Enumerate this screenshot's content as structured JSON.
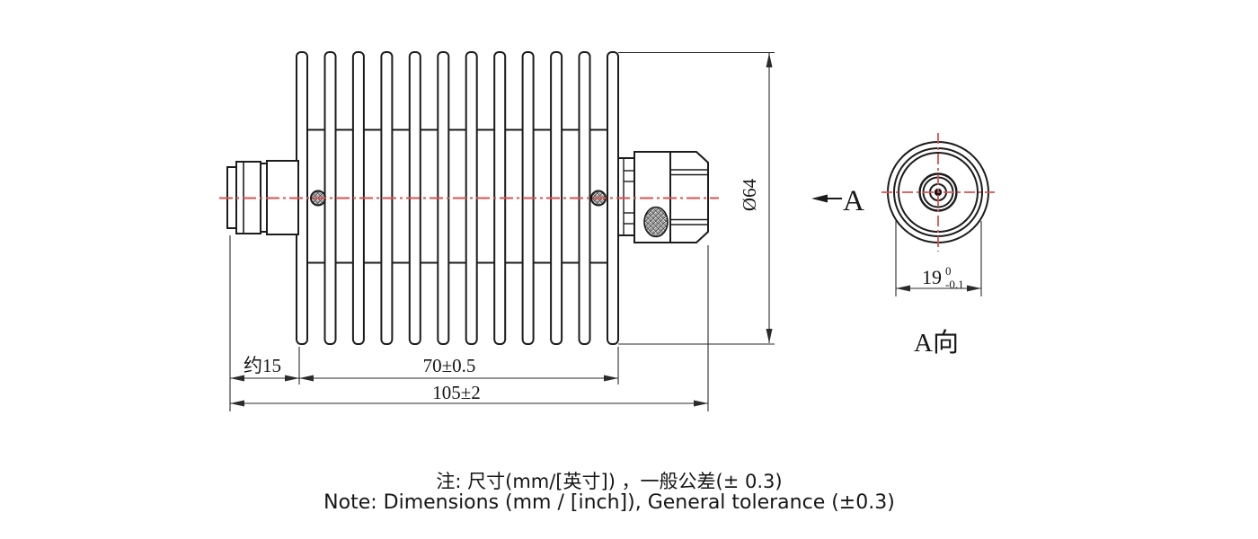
{
  "colors": {
    "object_line": "#1c1c1c",
    "dimension_line": "#2b2b2b",
    "centerline_red": "#d9534f"
  },
  "side_view": {
    "fin_count": 12,
    "dim_left_section": "约15",
    "dim_fin_body": "70±0.5",
    "dim_overall": "105±2",
    "dim_diameter": "Ø64"
  },
  "end_view": {
    "section_arrow_label": "A",
    "view_label": "A向",
    "dim_connector": {
      "nominal": "19",
      "tol_upper": "0",
      "tol_lower": "-0.1"
    }
  },
  "notes": {
    "cn": "注: 尺寸(mm/[英寸]) ，一般公差(± 0.3)",
    "en": "Note: Dimensions (mm / [inch]), General tolerance (±0.3)"
  }
}
